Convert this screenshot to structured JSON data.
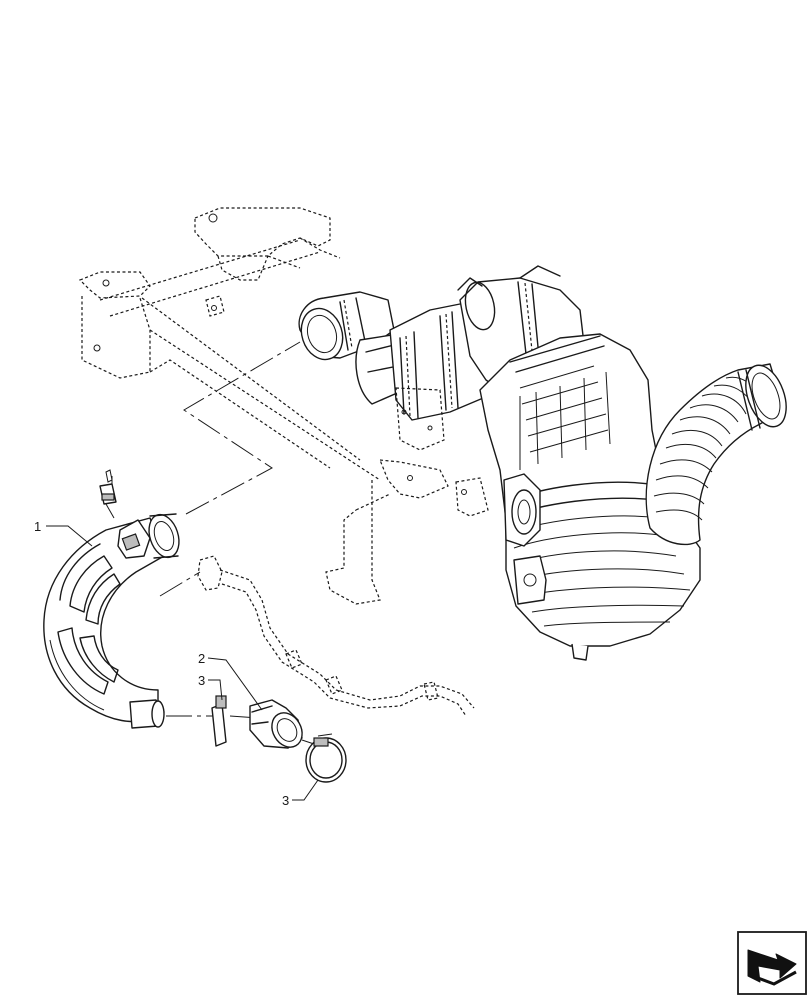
{
  "callouts": [
    {
      "id": "c1",
      "label": "1"
    },
    {
      "id": "c2",
      "label": "2"
    },
    {
      "id": "c3a",
      "label": "3"
    },
    {
      "id": "c3b",
      "label": "3"
    }
  ],
  "icons": {
    "navigation": "return-arrow-icon"
  }
}
